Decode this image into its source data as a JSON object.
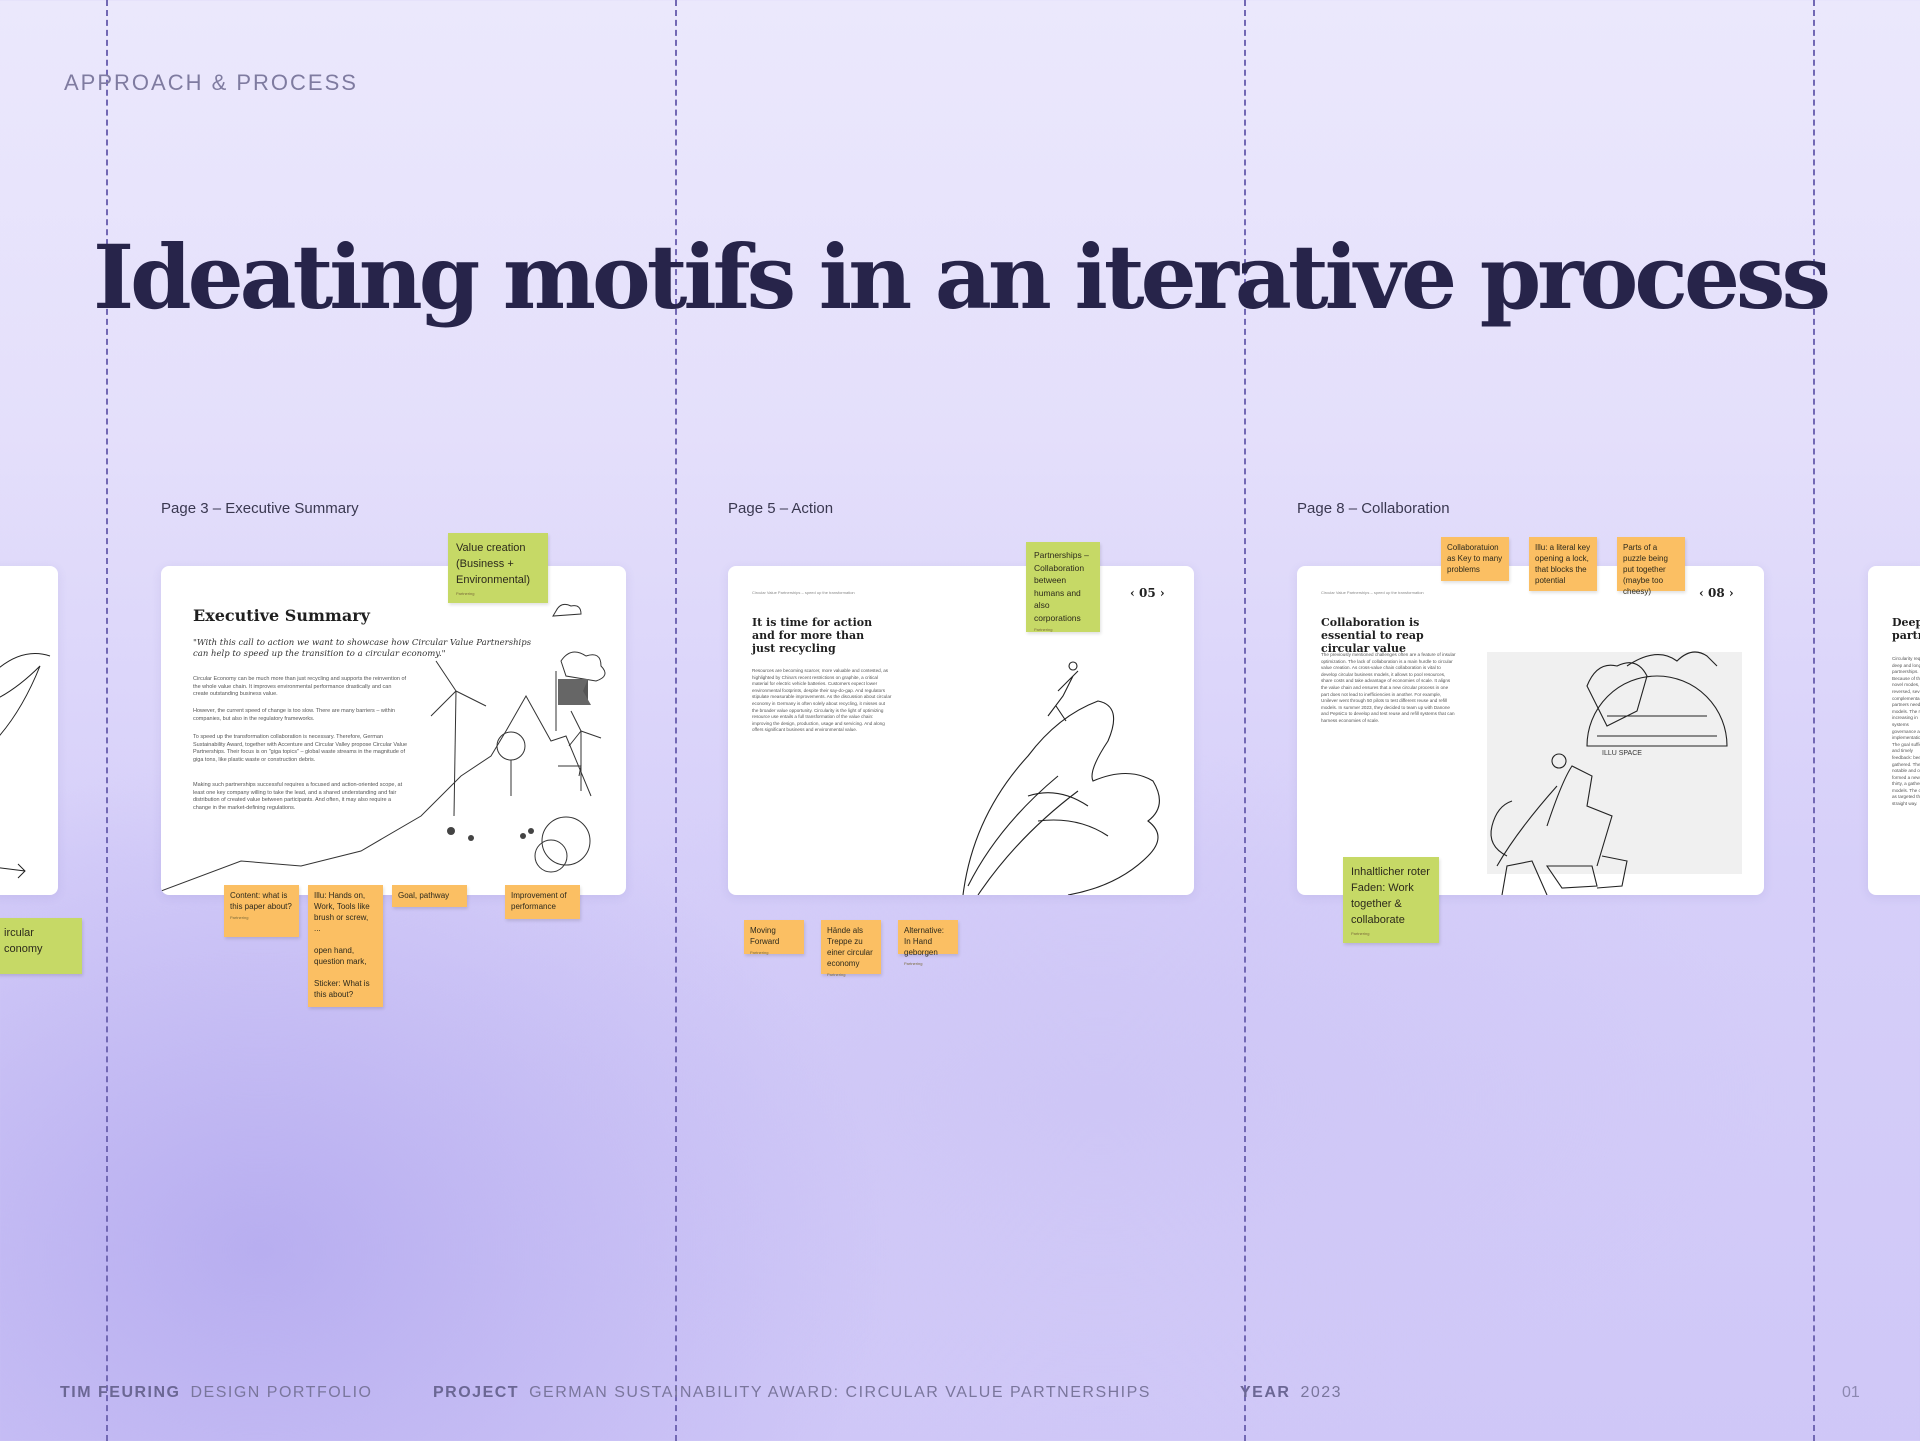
{
  "eyebrow": "APPROACH & PROCESS",
  "headline": "Ideating motifs in an iterative process",
  "pages": [
    {
      "label": "Page 3  – Executive Summary",
      "title": "Executive Summary",
      "quote": "\"With this call to action we want to showcase how Circular Value Partnerships can help to speed up the transition to a circular economy.\"",
      "body_1": "Circular Economy can be much more than just recycling and supports the reinvention of the whole value chain. It improves environmental performance drastically and can create outstanding business value.",
      "body_2": "However, the current speed of change is too slow. There are many barriers – within companies, but also in the regulatory frameworks.",
      "body_3": "To speed up the transformation collaboration is necessary. Therefore, German Sustainability Award, together with Accenture and Circular Valley propose Circular Value Partnerships. Their focus is on \"giga topics\" – global waste streams in the magnitude of giga tons, like plastic waste or construction debris.",
      "body_4": "Making such partnerships successful requires a focused and action-oriented scope, at least one key company willing to take the lead, and a shared understanding and fair distribution of created value between participants. And often, it may also require a change in the market-defining regulations."
    },
    {
      "label": "Page 5 – Action",
      "header": "Circular Value Partnerships – speed up the transformation",
      "title": "It is time for action and for more than just recycling",
      "nav": "05",
      "body": "Resources are becoming scarcer, more valuable and contested, as highlighted by China's recent restrictions on graphite, a critical material for electric vehicle batteries. Customers expect lower environmental footprints, despite their say-do-gap. And regulators stipulate measurable improvements. As the discussion about circular economy in Germany is often solely about recycling, it misses out the broader value opportunity. Circularity is the light of optimizing resource use entails a full transformation of the value chain: improving the design, production, usage and servicing. And along offers significant business and environmental value."
    },
    {
      "label": "Page 8 – Collaboration",
      "header": "Circular Value Partnerships – speed up the transformation",
      "title": "Collaboration is essential to reap circular value",
      "nav": "08",
      "body": "The previously mentioned challenges often are a feature of insular optimization. The lack of collaboration is a main hurdle to circular value creation. As cross-value chain collaboration is vital to develop circular business models, it allows to pool resources, share costs and take advantage of economies of scale. It aligns the value chain and ensures that a new circular process in one part does not lead to inefficiencies in another. For example, Unilever went through 50 pilots to test different reuse and refill models. In summer 2023, they decided to team up with Danone and PepsiCo to develop and test reuse and refill systems that can harness economies of scale.",
      "illu_label": "ILLU SPACE"
    },
    {
      "title": "Deep partn",
      "body": "Circularity requires deep and long-term partnerships. Because of the novel modes, if reversed, several complementary partners need models. The role increasing in systems governance and implementation. The goal sufficient and timely feedback: been gathered. These notable and odd formed a new offer, thirty, a gathered models. The costs as targeted the straight way."
    }
  ],
  "stickies": {
    "left_green": "ircular\nconomy",
    "p3_value": "Value creation (Business + Environmental)",
    "p3_content": "Content: what is this paper about?",
    "p3_illu": "Illu: Hands on, Work, Tools like brush or screw, ...\n\nopen hand, question mark,\n\nSticker: What is this about?",
    "p3_goal": "Goal, pathway",
    "p3_improve": "Improvement of performance",
    "p5_partnerships": "Partnerships – Collaboration between humans and also corporations",
    "p5_moving": "Moving Forward",
    "p5_haende": "Hände als Treppe zu einer circular economy",
    "p5_alt": "Alternative: In Hand geborgen",
    "p8_collab": "Collaboratuion as Key to many problems",
    "p8_key": "Illu: a literal key opening a lock, that blocks the potential",
    "p8_puzzle": "Parts of a puzzle being put together (maybe too cheesy)",
    "p8_faden": "Inhaltlicher roter Faden: Work together & collaborate"
  },
  "footer": {
    "name_label": "TIM FEURING",
    "name_value": "DESIGN PORTFOLIO",
    "project_label": "PROJECT",
    "project_value": "GERMAN SUSTAINABILITY AWARD: CIRCULAR VALUE PARTNERSHIPS",
    "year_label": "YEAR",
    "year_value": "2023",
    "page_number": "01"
  },
  "colors": {
    "background": "#e4dffb",
    "headline": "#27244a",
    "guide_line": "#7268b4",
    "sticky_orange": "#fbbf63",
    "sticky_green": "#c6d966"
  }
}
